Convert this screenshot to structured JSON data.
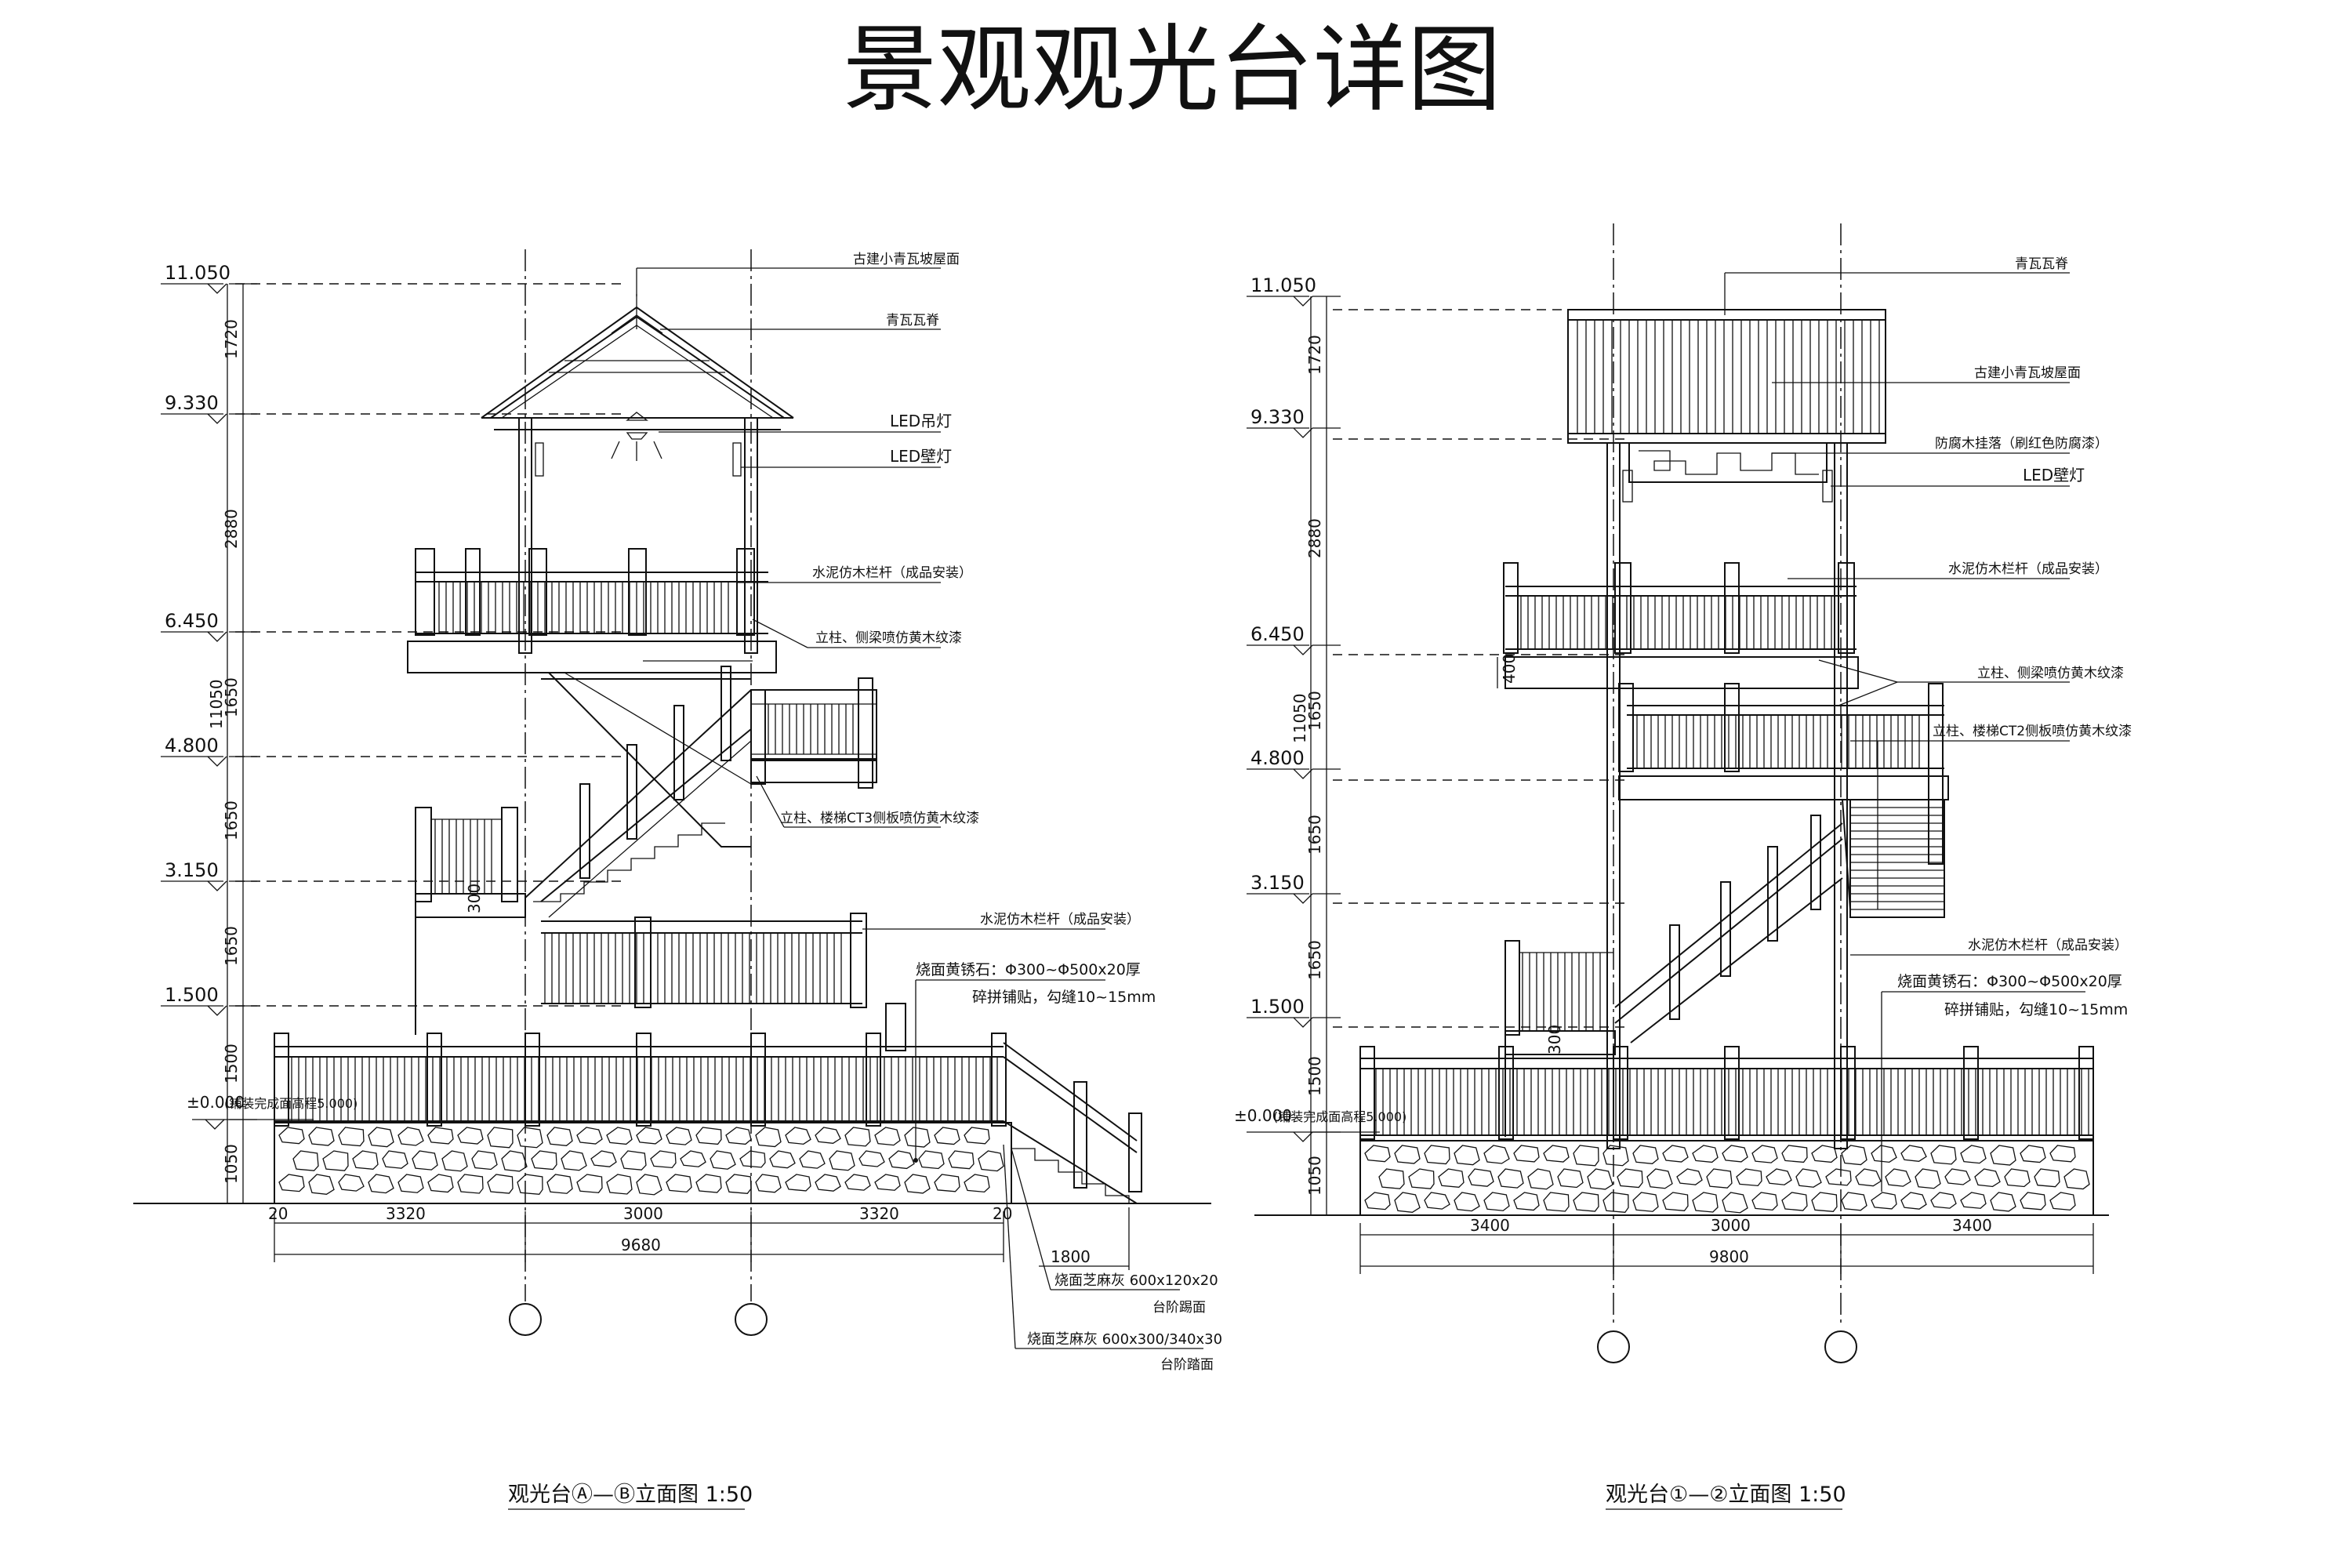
{
  "title": "景观观光台详图",
  "left": {
    "caption": "观光台Ⓐ—Ⓑ立面图 1:50",
    "levels": [
      "11.050",
      "9.330",
      "6.450",
      "4.800",
      "3.150",
      "1.500",
      "±0.000"
    ],
    "ground_note": "(铺装完成面高程5.000)",
    "vert_dims": [
      "1720",
      "2880",
      "1650",
      "1650",
      "1650",
      "1500",
      "1050"
    ],
    "overall_height": "11050",
    "h_dims": [
      "20",
      "3320",
      "3000",
      "3320",
      "20"
    ],
    "overall_width": "9680",
    "stair_dim": "1800",
    "small_dim": "300",
    "notes": {
      "roof": "古建小青瓦坡屋面",
      "ridge": "青瓦瓦脊",
      "pendant": "LED吊灯",
      "wall_lamp": "LED壁灯",
      "rail_top": "水泥仿木栏杆（成品安装）",
      "column": "立柱、侧梁喷仿黄木纹漆",
      "stair": "立柱、楼梯CT3侧板喷仿黄木纹漆",
      "rail_low": "水泥仿木栏杆（成品安装）",
      "stone_1": "烧面黄锈石：Φ300~Φ500x20厚",
      "stone_2": "碎拼铺贴，勾缝10~15mm",
      "step_1": "烧面芝麻灰 600x120x20",
      "step_1b": "台阶踢面",
      "step_2": "烧面芝麻灰 600x300/340x30",
      "step_2b": "台阶踏面"
    }
  },
  "right": {
    "caption": "观光台①—②立面图 1:50",
    "levels": [
      "11.050",
      "9.330",
      "6.450",
      "4.800",
      "3.150",
      "1.500",
      "±0.000"
    ],
    "ground_note": "(铺装完成面高程5.000)",
    "vert_dims": [
      "1720",
      "2880",
      "1650",
      "1650",
      "1650",
      "1500",
      "1050"
    ],
    "overall_height": "11050",
    "h_dims": [
      "3400",
      "3000",
      "3400"
    ],
    "overall_width": "9800",
    "small_dims": [
      "400",
      "300"
    ],
    "notes": {
      "ridge": "青瓦瓦脊",
      "roof": "古建小青瓦坡屋面",
      "hanging": "防腐木挂落（刷红色防腐漆）",
      "wall_lamp": "LED壁灯",
      "rail_top": "水泥仿木栏杆（成品安装）",
      "column": "立柱、侧梁喷仿黄木纹漆",
      "stair": "立柱、楼梯CT2侧板喷仿黄木纹漆",
      "rail_low": "水泥仿木栏杆（成品安装）",
      "stone_1": "烧面黄锈石：Φ300~Φ500x20厚",
      "stone_2": "碎拼铺贴，勾缝10~15mm"
    }
  }
}
